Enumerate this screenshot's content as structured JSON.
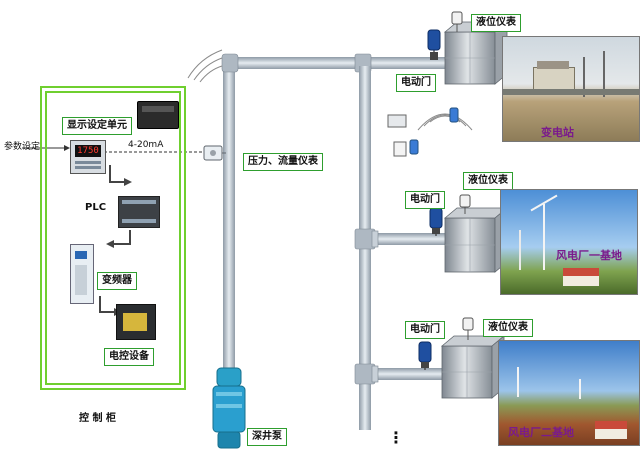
{
  "control_cabinet": {
    "title": "控 制 柜",
    "display_unit": "显示设定单元",
    "param_input": "参数设定",
    "signal": "4-20mA",
    "plc": "PLC",
    "inverter": "变频器",
    "electrical": "电控设备",
    "display_value": "1750"
  },
  "field": {
    "pressure_flow_meter": "压力、流量仪表",
    "deep_well_pump": "深井泵"
  },
  "branches": [
    {
      "valve": "电动门",
      "level_meter": "液位仪表",
      "site": "变电站"
    },
    {
      "valve": "电动门",
      "level_meter": "液位仪表",
      "site": "风电厂一基地"
    },
    {
      "valve": "电动门",
      "level_meter": "液位仪表",
      "site": "风电厂二基地"
    }
  ],
  "ellipsis": "⋮",
  "colors": {
    "frame_green": "#6fcf2f",
    "pipe": "#b9c4cf",
    "valve_blue": "#1f4fa0",
    "caption_purple": "#7a1a8c"
  }
}
